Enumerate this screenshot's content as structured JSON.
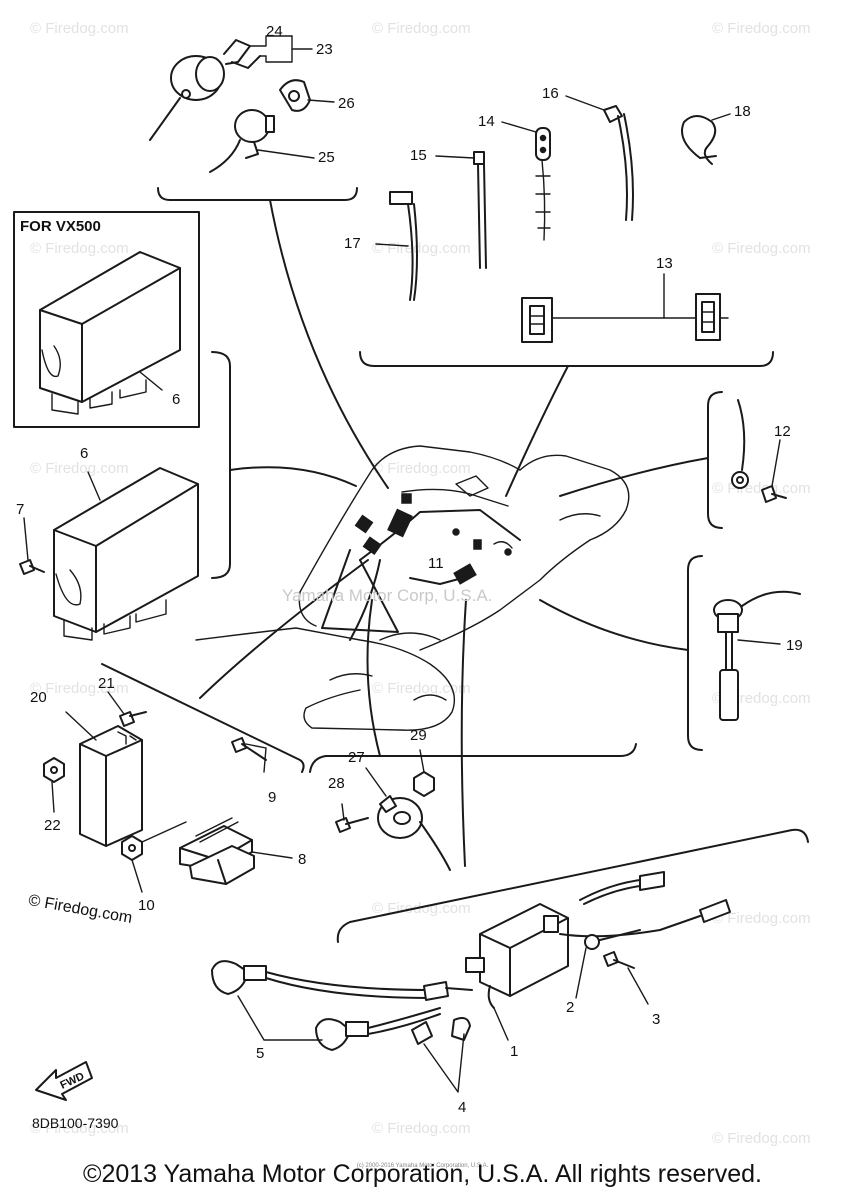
{
  "diagram": {
    "box_label": "FOR VX500",
    "diagram_code": "8DB100-7390",
    "fwd_label": "FWD",
    "center_watermark": "Yamaha Motor Corp, U.S.A.",
    "watermark_text": "© Firedog.com",
    "firedog_credit": "© Firedog.com",
    "copyright": "©2013 Yamaha Motor Corporation, U.S.A. All rights reserved.",
    "tiny_notice": "(c) 2000-2016 Yamaha Motor Corporation, U.S.A."
  },
  "callouts": [
    "1",
    "2",
    "3",
    "4",
    "5",
    "6",
    "6",
    "7",
    "8",
    "9",
    "10",
    "11",
    "12",
    "13",
    "14",
    "15",
    "16",
    "17",
    "18",
    "19",
    "20",
    "21",
    "22",
    "23",
    "24",
    "25",
    "26",
    "27",
    "28",
    "29"
  ],
  "colors": {
    "line": "#1a1a1a",
    "watermark": "#e2e2e2",
    "background": "#ffffff"
  }
}
